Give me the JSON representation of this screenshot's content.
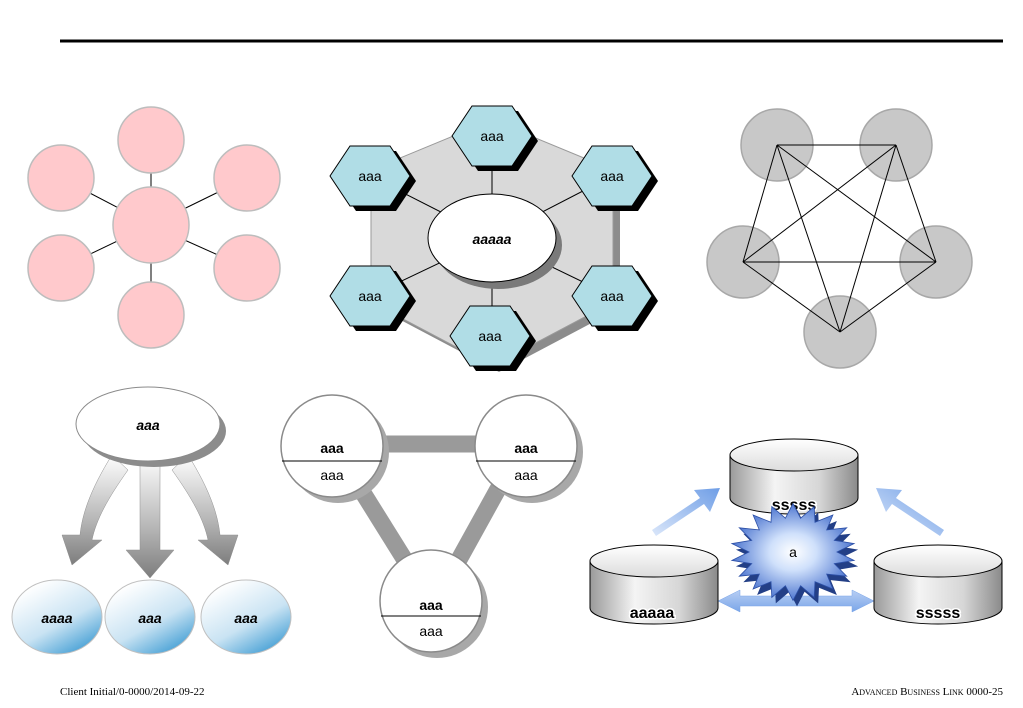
{
  "star": {},
  "hex_ring": {
    "center_label": "aaaaa",
    "node_labels": [
      "aaa",
      "aaa",
      "aaa",
      "aaa",
      "aaa",
      "aaa"
    ]
  },
  "mesh": {},
  "split": {
    "source_label": "aaa",
    "targets": [
      "aaaa",
      "aaa",
      "aaa"
    ]
  },
  "triangle": {
    "nodes": [
      {
        "title": "aaa",
        "subtitle": "aaa"
      },
      {
        "title": "aaa",
        "subtitle": "aaa"
      },
      {
        "title": "aaa",
        "subtitle": "aaa"
      }
    ]
  },
  "databases": {
    "top": "sssss",
    "left": "aaaaa",
    "right": "sssss",
    "burst": "a"
  },
  "footer": {
    "left": "Client Initial/0-0000/2014-09-22",
    "right": "Advanced Business Link  0000-25"
  },
  "colors": {
    "pink": "#ffc9cc",
    "hex_fill": "#b0dde6",
    "gray_node": "#c8c8c8",
    "blue_ellipse": "#4aa3d6",
    "arrow_blue": "#8fb4ea"
  }
}
